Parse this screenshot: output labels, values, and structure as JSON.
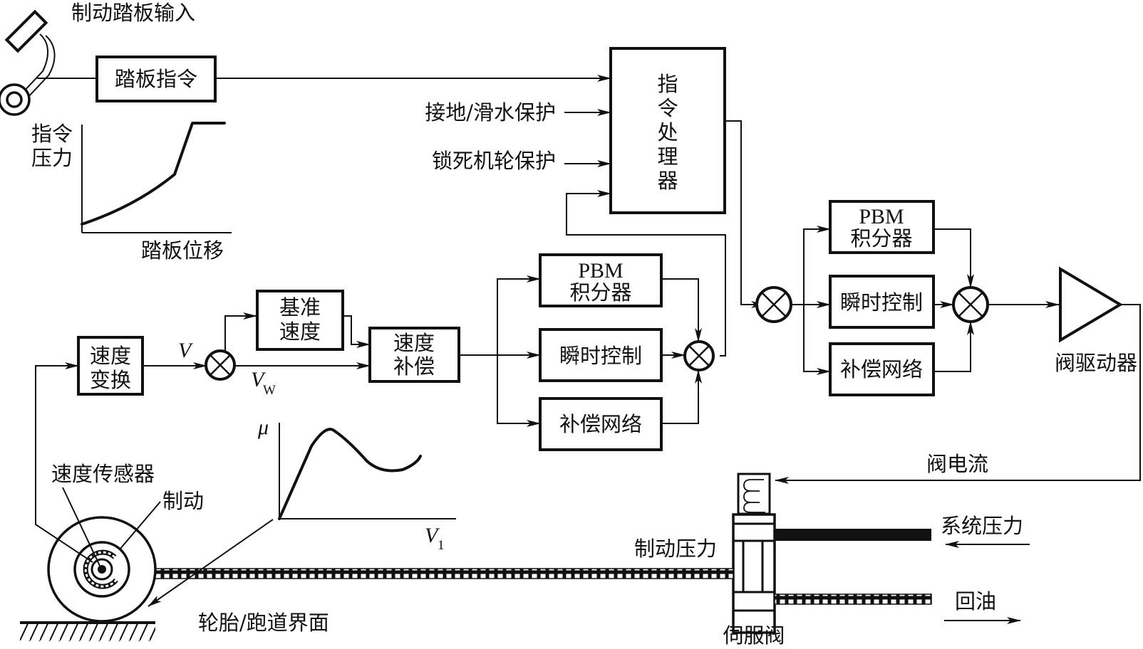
{
  "title": "飞机刹车系统控制框图",
  "pedal": {
    "label": "制动踏板输入",
    "command_block": "踏板指令",
    "curve": {
      "ylabel_line1": "指令",
      "ylabel_line2": "压力",
      "xlabel": "踏板位移"
    }
  },
  "command_processor": {
    "label_chars": [
      "指",
      "令",
      "处",
      "理",
      "器"
    ],
    "inputs": [
      "接地/滑水保护",
      "锁死机轮保护"
    ]
  },
  "speed_loop": {
    "speed_transform_line1": "速度",
    "speed_transform_line2": "变换",
    "v_label": "V",
    "vw_label": "V",
    "vw_sub": "W",
    "reference_speed_line1": "基准",
    "reference_speed_line2": "速度",
    "speed_comp_line1": "速度",
    "speed_comp_line2": "补偿"
  },
  "controller_1": {
    "pbm_line1": "PBM",
    "pbm_line2": "积分器",
    "instant": "瞬时控制",
    "comp_network": "补偿网络"
  },
  "controller_2": {
    "pbm_line1": "PBM",
    "pbm_line2": "积分器",
    "instant": "瞬时控制",
    "comp_network": "补偿网络",
    "valve_driver": "阀驱动器"
  },
  "valve": {
    "current_label": "阀电流",
    "servo_valve": "伺服阀",
    "system_pressure": "系统压力",
    "return_oil": "回油",
    "brake_pressure": "制动压力"
  },
  "wheel": {
    "speed_sensor": "速度传感器",
    "brake": "制动",
    "interface": "轮胎/跑道界面"
  },
  "mu_curve": {
    "ylabel": "μ",
    "xlabel": "V",
    "xlabel_sub": "1"
  }
}
